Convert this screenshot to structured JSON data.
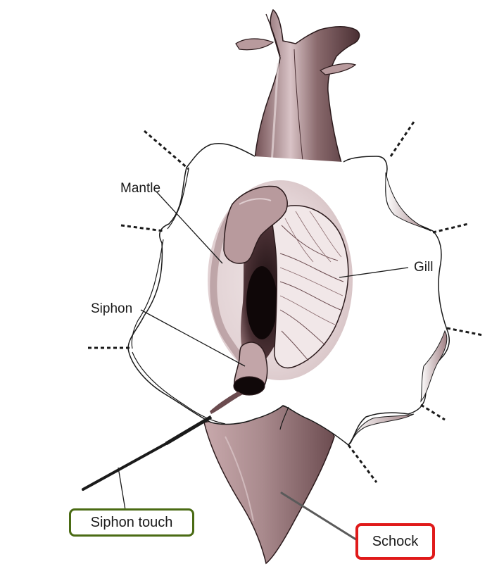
{
  "labels": {
    "mantle": "Mantle",
    "gill": "Gill",
    "siphon": "Siphon",
    "siphon_touch": "Siphon touch",
    "shock": "Schock"
  },
  "colors": {
    "siphon_touch_box": "#4a6b14",
    "shock_box": "#e01a1a",
    "body_fill": "#9d7d80",
    "body_dark": "#5a3a3e",
    "outline": "#1a1a1a"
  }
}
